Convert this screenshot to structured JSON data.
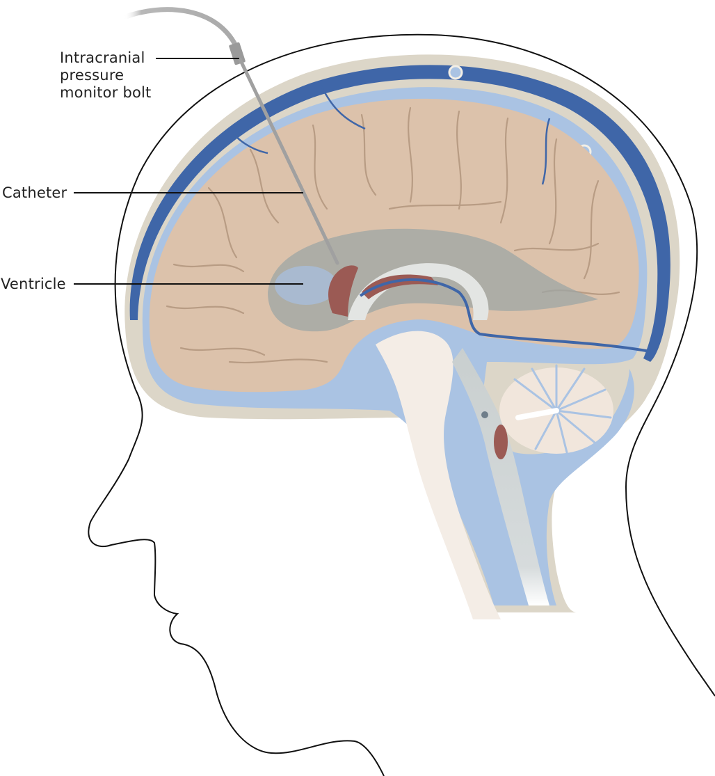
{
  "figure": {
    "subject": "Sagittal section of head showing intracranial pressure monitoring",
    "labels": [
      {
        "id": "bolt",
        "lines": [
          "Intracranial",
          "pressure",
          "monitor bolt"
        ]
      },
      {
        "id": "catheter",
        "lines": [
          "Catheter"
        ]
      },
      {
        "id": "ventricle",
        "lines": [
          "Ventricle"
        ]
      }
    ]
  },
  "colors": {
    "outline": "#111111",
    "skull": "#dcd6c8",
    "dura_blue": "#3f66a8",
    "csf_blue": "#aac3e3",
    "brain": "#dcc2ab",
    "brain_sulci": "#b89c84",
    "ventricle_gray": "#9ea6a4",
    "ventricle_blue": "#a9bad0",
    "choroid": "#9b5a54",
    "brainstem": "#f4ede6",
    "catheter": "#a0a0a0"
  }
}
